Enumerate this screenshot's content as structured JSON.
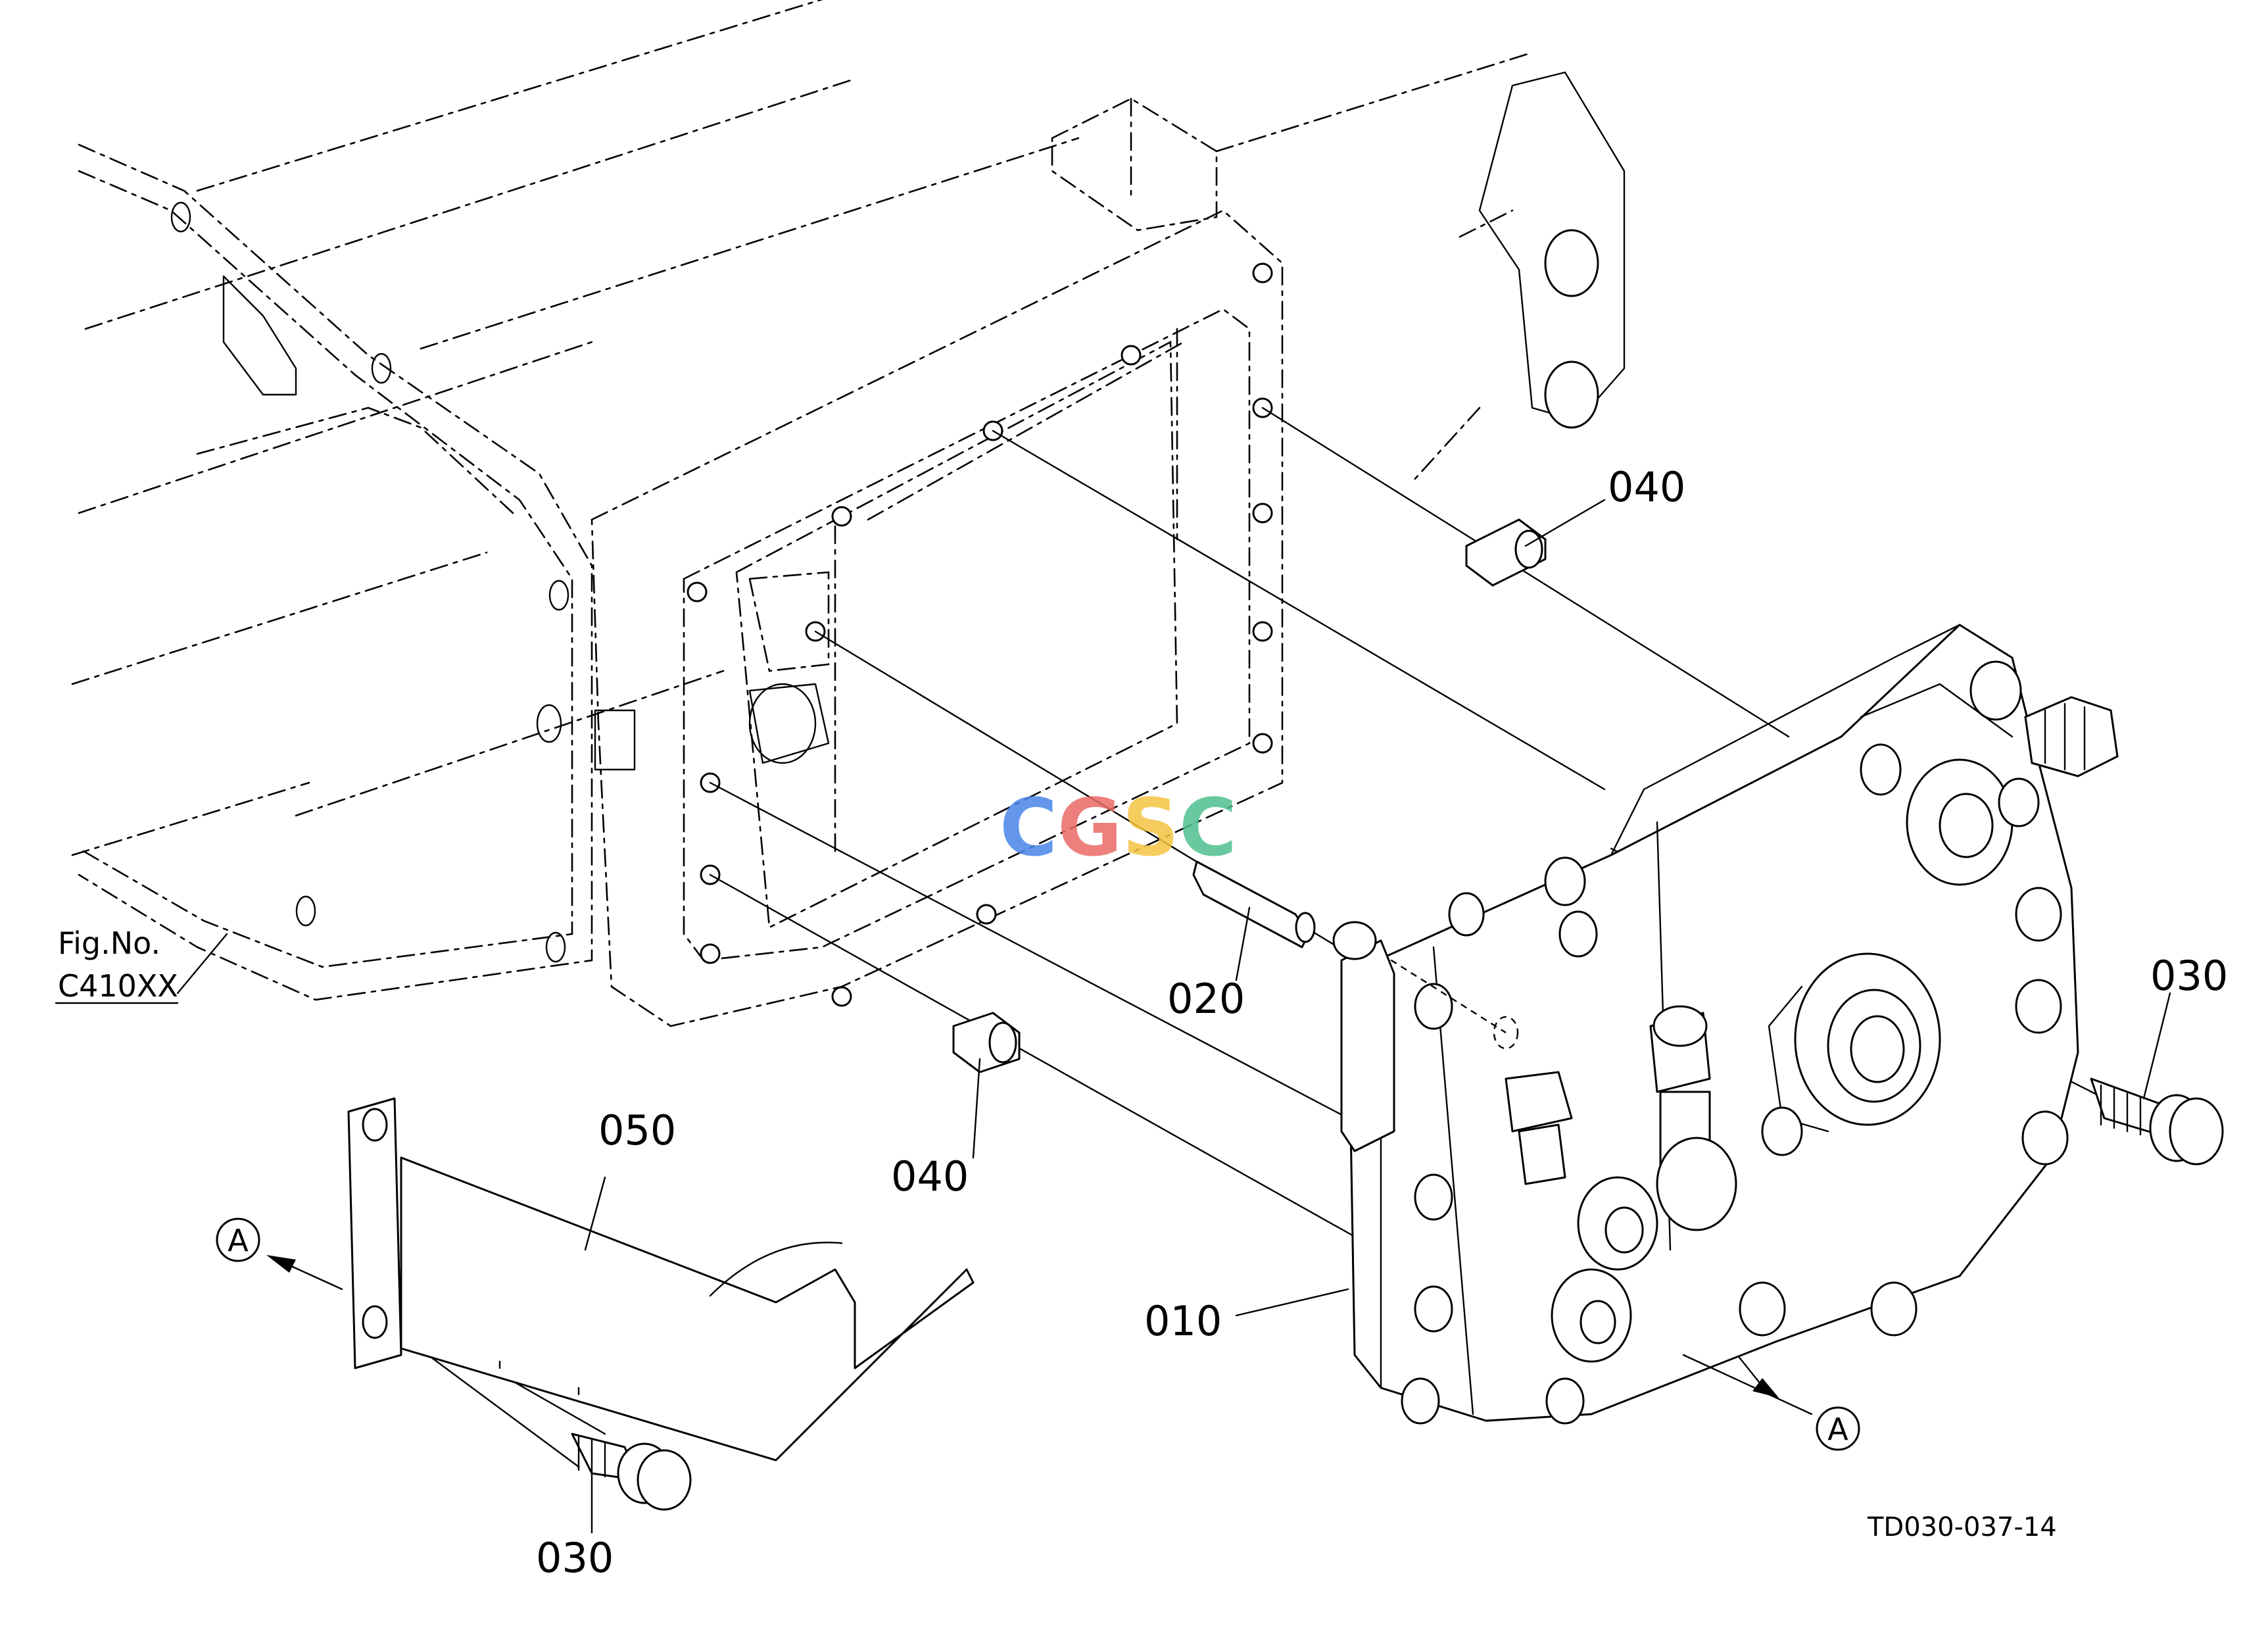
{
  "parts": [
    {
      "id": "p010",
      "label": "010"
    },
    {
      "id": "p020",
      "label": "020"
    },
    {
      "id": "p030a",
      "label": "030"
    },
    {
      "id": "p030b",
      "label": "030"
    },
    {
      "id": "p040a",
      "label": "040"
    },
    {
      "id": "p040b",
      "label": "040"
    },
    {
      "id": "p050",
      "label": "050"
    }
  ],
  "fig_ref": {
    "line1": "Fig.No.",
    "line2": "C410XX"
  },
  "view_markers": {
    "left": "A",
    "right": "A"
  },
  "drawing_code": "TD030-037-14",
  "watermark": {
    "text": "CGSC",
    "colors": [
      "#4a86e8",
      "#ea6b66",
      "#f4c542",
      "#4fbf8f"
    ]
  }
}
